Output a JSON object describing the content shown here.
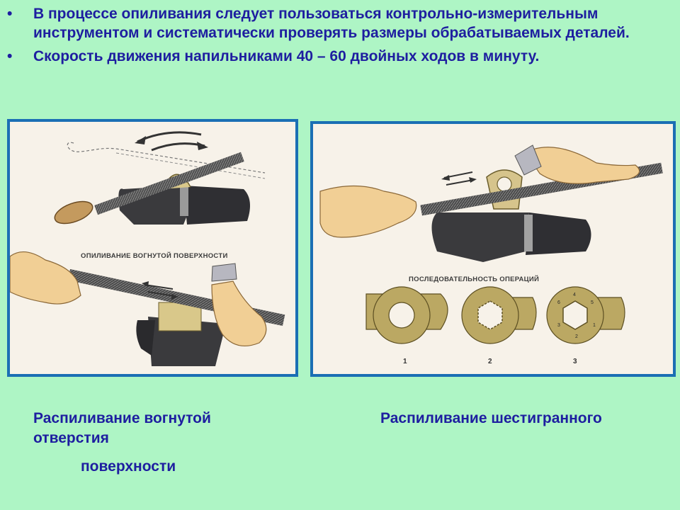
{
  "bullets": [
    {
      "marker": "•",
      "text": "В процессе опиливания следует пользоваться контрольно-измерительным инструментом и систематически проверять размеры обрабатываемых деталей."
    },
    {
      "marker": "•",
      "text": " Скорость движения напильниками 40 – 60 двойных ходов в минуту."
    }
  ],
  "left_panel": {
    "label": "ОПИЛИВАНИЕ ВОГНУТОЙ ПОВЕРХНОСТИ"
  },
  "right_panel": {
    "label": "ПОСЛЕДОВАТЕЛЬНОСТЬ ОПЕРАЦИЙ",
    "steps": [
      "1",
      "2",
      "3"
    ],
    "sub_numbers": [
      "4",
      "5",
      "6",
      "1",
      "2",
      "3"
    ]
  },
  "captions": {
    "left_line1": "Распиливание вогнутой",
    "left_line2": "отверстия",
    "left_line3": "поверхности",
    "right_line1": "Распиливание шестигранного"
  },
  "colors": {
    "background": "#aef5c5",
    "text": "#1e1ea0",
    "panel_border": "#1b6fb4",
    "panel_fill": "#f7f2e9"
  }
}
